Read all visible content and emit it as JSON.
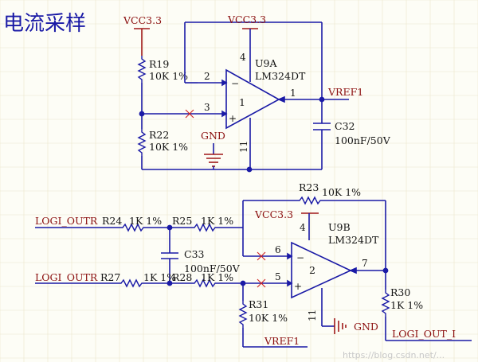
{
  "title": "电流采样",
  "watermark": "https://blog.csdn.net/...",
  "colors": {
    "wire": "#1a1aa6",
    "net_label": "#8b0f0f",
    "background": "#fdfdf6",
    "no_connect": "#d02020"
  },
  "nets": {
    "vcc_top_left": "VCC3.3",
    "vcc_top_right": "VCC3.3",
    "vcc_u9b": "VCC3.3",
    "gnd": "GND",
    "gnd_u9b": "GND",
    "vref1_out": "VREF1",
    "vref1_in": "VREF1"
  },
  "ports": {
    "logi_outr": "LOGI_OUTR",
    "logi_outr2": "LOGI_OUTR",
    "logi_out_i": "LOGI_OUT_I"
  },
  "u9a": {
    "ref": "U9A",
    "part": "LM324DT",
    "unit": "1",
    "pin_in_neg": "2",
    "pin_in_pos": "3",
    "pin_out": "1",
    "pin_vcc": "4",
    "pin_gnd": "11"
  },
  "u9b": {
    "ref": "U9B",
    "part": "LM324DT",
    "unit": "2",
    "pin_in_neg": "6",
    "pin_in_pos": "5",
    "pin_out": "7",
    "pin_vcc": "4",
    "pin_gnd": "11"
  },
  "resistors": {
    "r19": {
      "ref": "R19",
      "value": "10K 1%"
    },
    "r22": {
      "ref": "R22",
      "value": "10K 1%"
    },
    "r23": {
      "ref": "R23",
      "value": "10K 1%"
    },
    "r24": {
      "ref": "R24",
      "value": "1K 1%"
    },
    "r25": {
      "ref": "R25",
      "value": "1K 1%"
    },
    "r27": {
      "ref": "R27",
      "value": "1K 1%"
    },
    "r28": {
      "ref": "R28",
      "value": "1K 1%"
    },
    "r30": {
      "ref": "R30",
      "value": "1K 1%"
    },
    "r31": {
      "ref": "R31",
      "value": "10K 1%"
    }
  },
  "capacitors": {
    "c32": {
      "ref": "C32",
      "value": "100nF/50V"
    },
    "c33": {
      "ref": "C33",
      "value": "100nF/50V"
    }
  }
}
